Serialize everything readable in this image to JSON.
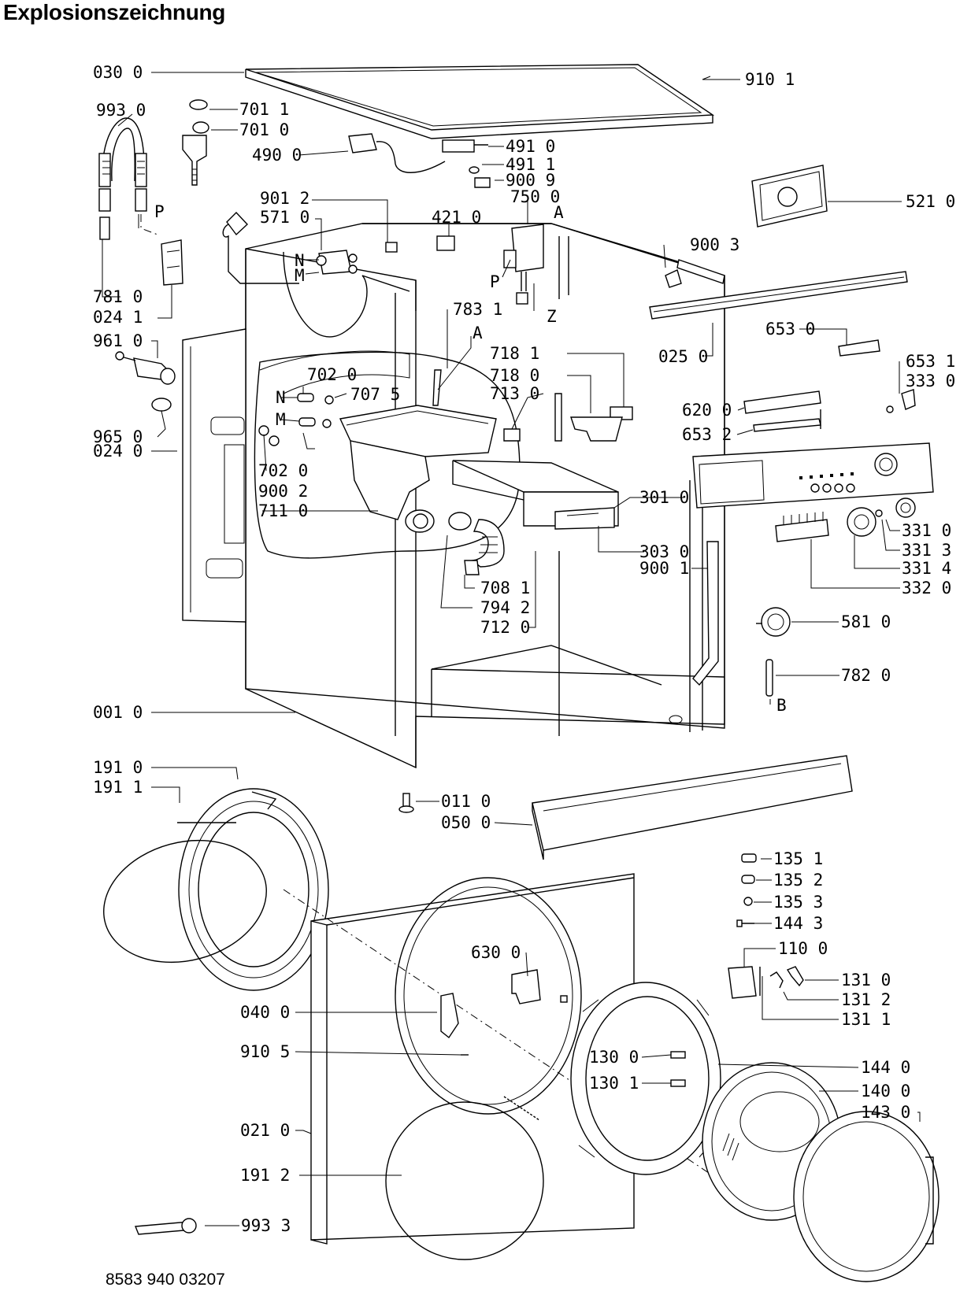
{
  "title": "Explosionszeichnung",
  "document_number": "8583 940 03207",
  "parts": [
    "030 0",
    "910 1",
    "993 0",
    "701 1",
    "701 0",
    "490 0",
    "491 0",
    "491 1",
    "900 9",
    "750 0",
    "A",
    "901 2",
    "571 0",
    "421 0",
    "521 0",
    "P",
    "N",
    "M",
    "900 3",
    "781 0",
    "024 1",
    "P",
    "Z",
    "783 1",
    "A",
    "025 0",
    "653 0",
    "961 0",
    "718 1",
    "653 1",
    "333 0",
    "718 0",
    "702 0",
    "707 5",
    "713 0",
    "620 0",
    "N",
    "M",
    "653 2",
    "965 0",
    "024 0",
    "702 0",
    "900 2",
    "711 0",
    "301 0",
    "331 0",
    "303 0",
    "331 3",
    "708 1",
    "900 1",
    "331 4",
    "794 2",
    "332 0",
    "712 0",
    "581 0",
    "782 0",
    "B",
    "001 0",
    "191 0",
    "191 1",
    "011 0",
    "050 0",
    "135 1",
    "135 2",
    "135 3",
    "144 3",
    "110 0",
    "630 0",
    "131 0",
    "131 2",
    "040 0",
    "131 1",
    "910 5",
    "130 0",
    "144 0",
    "130 1",
    "140 0",
    "143 0",
    "021 0",
    "191 2",
    "993 3"
  ]
}
